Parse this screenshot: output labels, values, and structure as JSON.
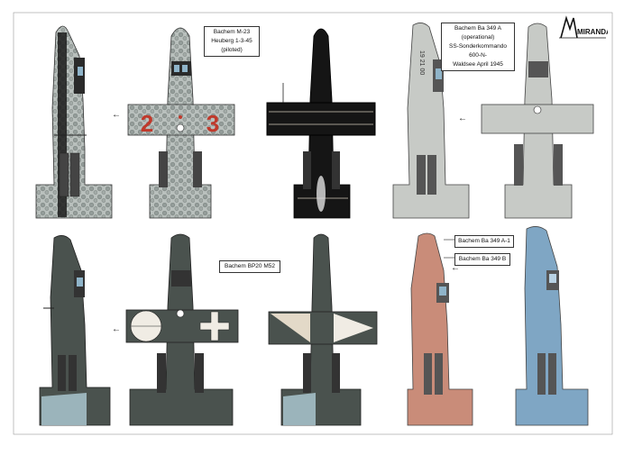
{
  "logo": {
    "text": "MIRANDA"
  },
  "labels": {
    "m23": [
      "Bachem M-23",
      "Heuberg 1-3-45",
      "(piloted)"
    ],
    "ba349a": [
      "Bachem Ba 349 A",
      "(operational)",
      "SS-Sonderkommando",
      "600-N-",
      "Waldsee April 1945"
    ],
    "bp20": "Bachem BP20 M52",
    "ba349a1": "Bachem Ba 349 A-1",
    "ba349b": "Bachem Ba 349 B"
  },
  "markings": {
    "numeral_left": "2",
    "numeral_right": "3",
    "fuselage_code": "19 21 00"
  },
  "colors": {
    "camo_grey": "#b9c0bd",
    "black": "#151515",
    "light_grey": "#c7cac6",
    "dark_green": "#4a524e",
    "salmon": "#c98c79",
    "blue": "#7fa6c4",
    "red_numerals": "#c0392b",
    "light_blue_belly": "#a9c6cf"
  }
}
